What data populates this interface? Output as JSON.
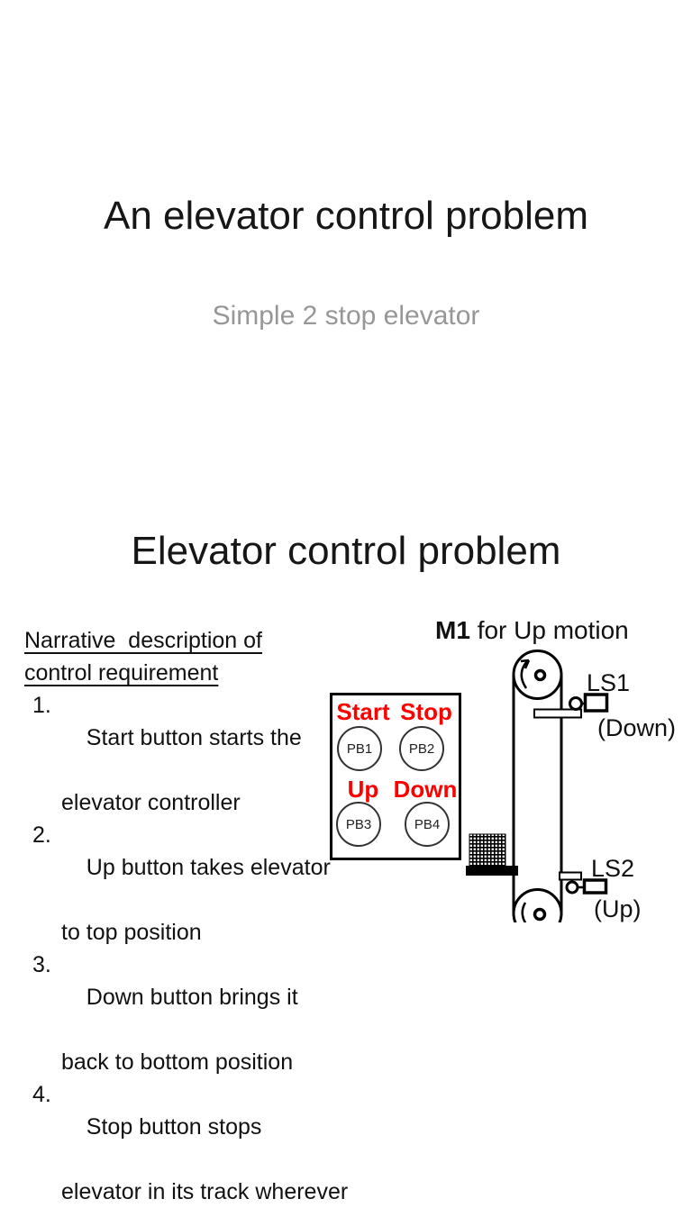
{
  "slide1": {
    "title": "An elevator control problem",
    "subtitle": "Simple 2 stop elevator"
  },
  "slide2": {
    "title": "Elevator control problem",
    "narrative_heading": [
      "Narrative  description of",
      "control requirement"
    ],
    "requirements": [
      {
        "num": "1.",
        "line1": "Start button starts the",
        "line2": "elevator controller"
      },
      {
        "num": "2.",
        "line1": "Up button takes elevator",
        "line2": "to top position"
      },
      {
        "num": "3.",
        "line1": "Down button brings it",
        "line2": "back to bottom position"
      },
      {
        "num": "4.",
        "line1": "Stop button stops",
        "line2": "elevator in its track wherever"
      }
    ],
    "diagram": {
      "motor_caption": {
        "bold": "M1",
        "rest": "for Up motion"
      },
      "panel": {
        "start": "Start",
        "stop": "Stop",
        "up": "Up",
        "down": "Down",
        "buttons": [
          "PB1",
          "PB2",
          "PB3",
          "PB4"
        ]
      },
      "limit_switches": [
        {
          "label": "LS1",
          "direction": "(Down)"
        },
        {
          "label": "LS2",
          "direction": "(Up)"
        }
      ]
    },
    "colors": {
      "accent_red": "#fe0000",
      "subtitle_gray": "#979797",
      "ink": "#161616"
    }
  }
}
